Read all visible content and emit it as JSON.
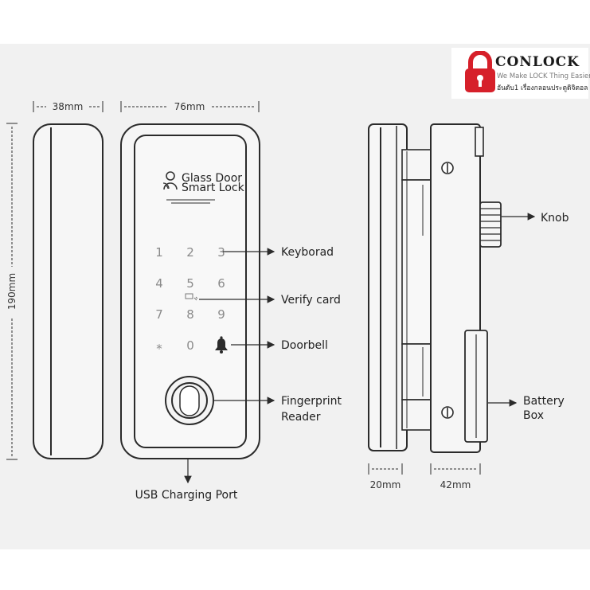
{
  "brand": {
    "name": "CONLOCK",
    "tagline": "We Make LOCK Thing Easier",
    "thai_line": "อันดับ1 เรื่องกลอนประตูดิจิตอล"
  },
  "device": {
    "screen_text_line1": "Glass Door",
    "screen_text_line2": "Smart Lock"
  },
  "keypad": {
    "keys": [
      "1",
      "2",
      "3",
      "4",
      "5",
      "6",
      "7",
      "8",
      "9",
      "*",
      "0"
    ]
  },
  "dimensions": {
    "side_width": "38mm",
    "front_width": "76mm",
    "height": "190mm",
    "bracket_width": "20mm",
    "body_depth": "42mm"
  },
  "callouts": {
    "keyboard": "Keyborad",
    "verify_card": "Verify card",
    "doorbell": "Doorbell",
    "fingerprint_line1": "Fingerprint",
    "fingerprint_line2": "Reader",
    "usb": "USB Charging Port",
    "knob": "Knob",
    "battery_line1": "Battery",
    "battery_line2": "Box"
  },
  "colors": {
    "logo_red": "#d6202a",
    "background": "#f1f1f1"
  }
}
